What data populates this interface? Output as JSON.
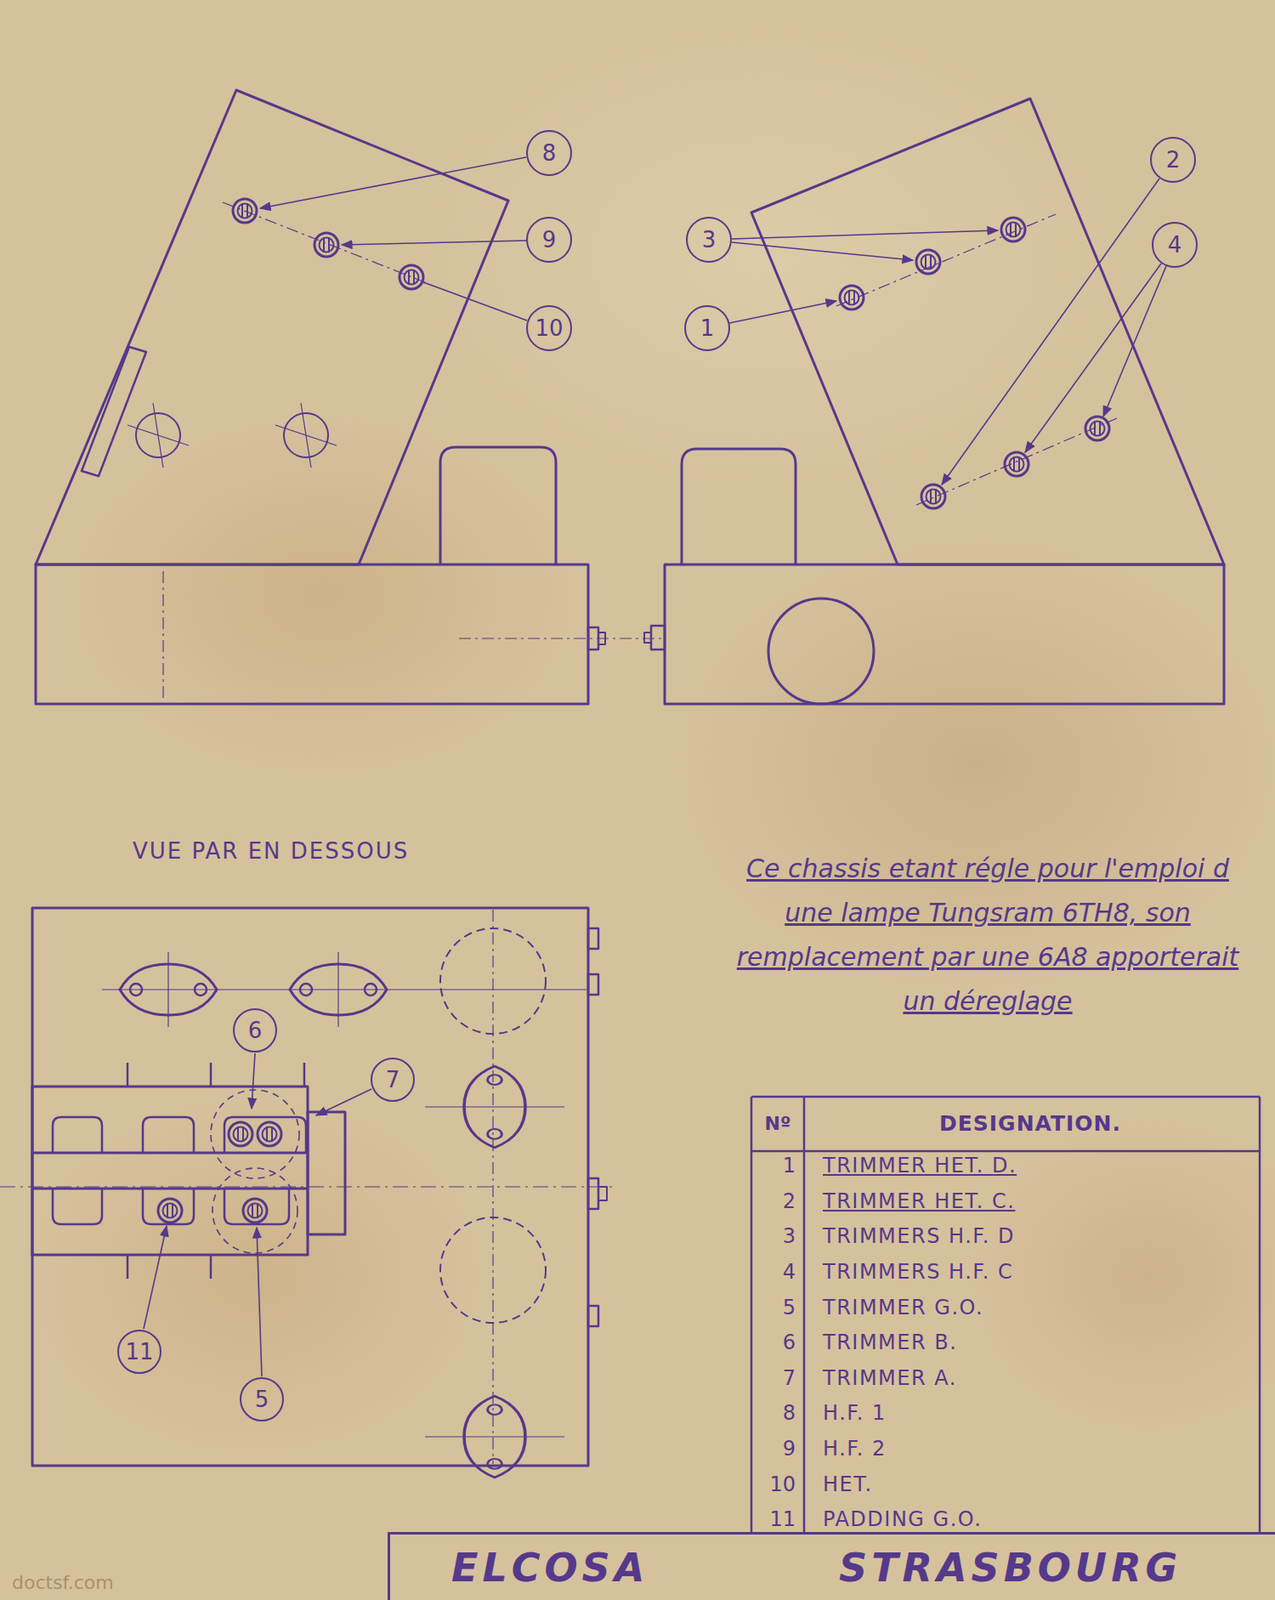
{
  "diagram": {
    "nodes": [
      {
        "text": [
          "8"
        ]
      },
      {
        "text": [
          "2"
        ]
      },
      {
        "text": [
          "3"
        ]
      },
      {
        "text": [
          "9"
        ]
      },
      {
        "text": [
          "4"
        ]
      },
      {
        "text": [
          "1"
        ]
      },
      {
        "text": [
          "10"
        ]
      },
      {
        "text": [
          "6"
        ]
      },
      {
        "text": [
          "7"
        ]
      },
      {
        "text": [
          "11"
        ]
      },
      {
        "text": [
          "5"
        ]
      },
      {
        "text": [
          "ELCOSA",
          "STRASBOURG"
        ]
      }
    ],
    "labels": [
      "VUE PAR EN DESSOUS",
      "Ce chassis etant régle pour l'emploi d une lampe Tungsram 6TH8, son remplacement par une 6A8 apporterait un déreglage",
      "Nº",
      "DESIGNATION.",
      "1",
      "TRIMMER HET. D.",
      "2",
      "TRIMMER HET. C.",
      "3",
      "TRIMMERS H.F. D",
      "4",
      "TRIMMERS H.F. C",
      "5",
      "TRIMMER G.O.",
      "6",
      "TRIMMER B.",
      "7",
      "TRIMMER A.",
      "8",
      "H.F. 1",
      "9",
      "H.F. 2",
      "10",
      "HET.",
      "11",
      "PADDING G.O.",
      "doctsf.com"
    ]
  }
}
